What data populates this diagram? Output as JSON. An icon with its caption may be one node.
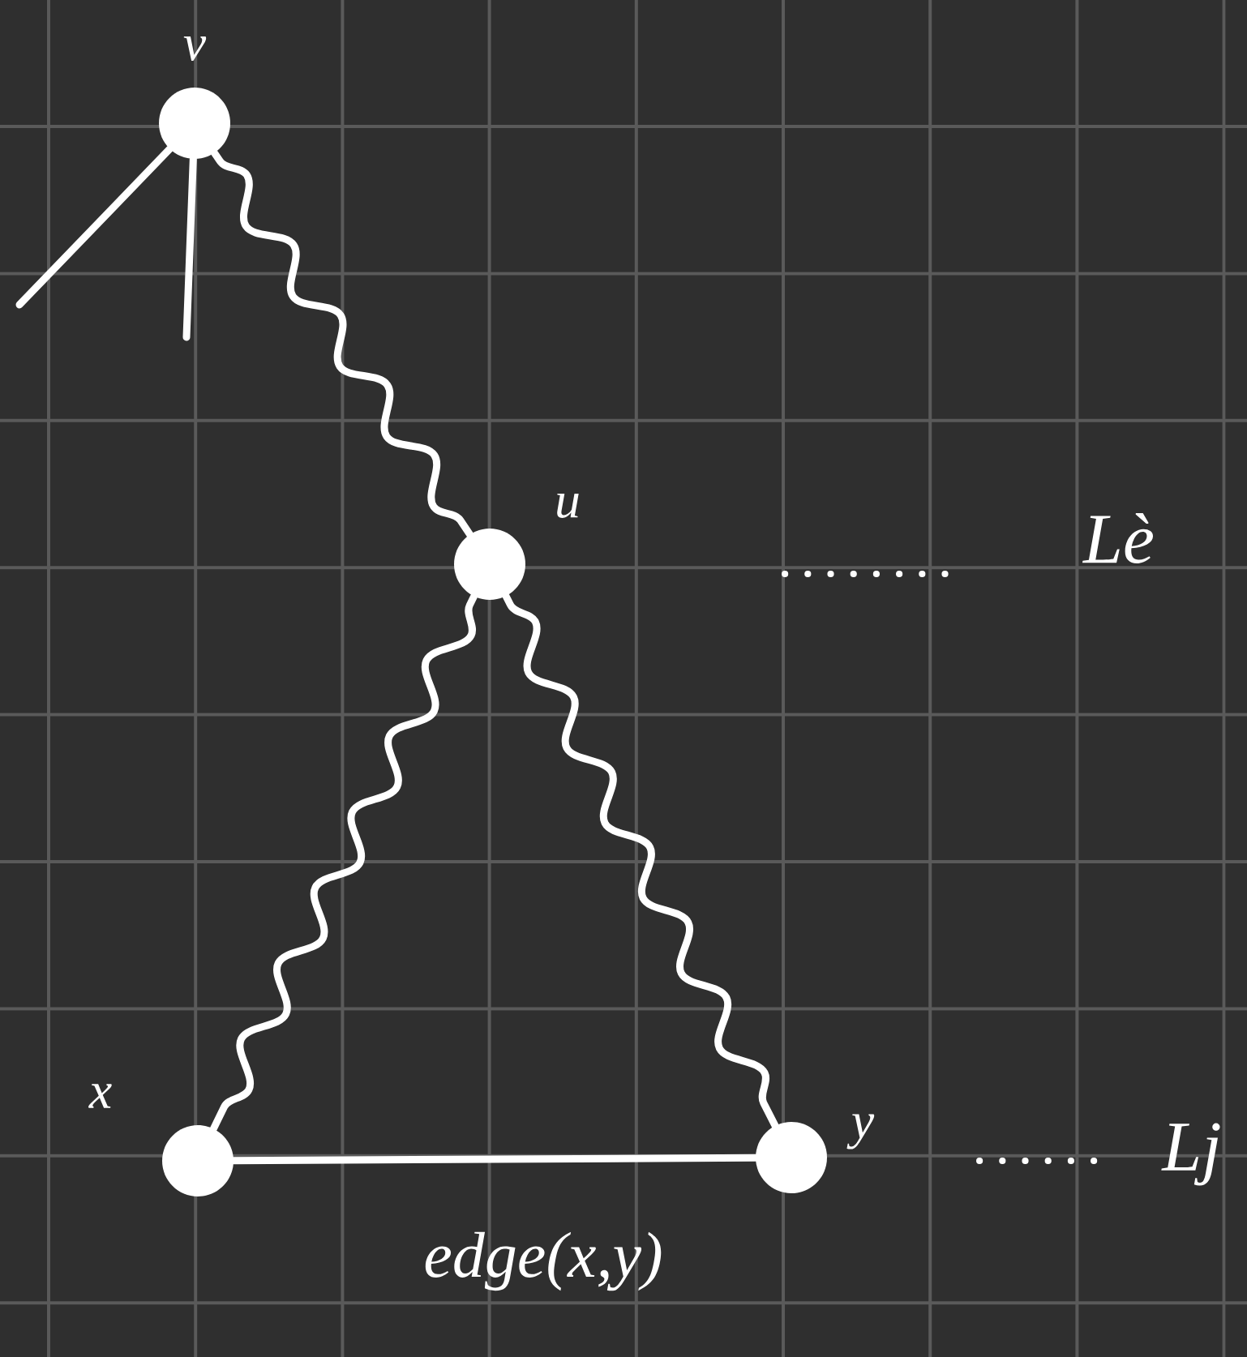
{
  "diagram": {
    "nodes": [
      {
        "text": [],
        "shape": "circle",
        "beside": [
          "v"
        ]
      },
      {
        "text": [],
        "shape": "circle",
        "beside": [
          "u"
        ]
      },
      {
        "text": [],
        "shape": "circle",
        "beside": [
          "x"
        ]
      },
      {
        "text": [],
        "shape": "circle",
        "beside": [
          "y"
        ]
      }
    ],
    "edges": [
      {
        "from": 0,
        "to": 1,
        "arrow": "none"
      },
      {
        "from": 1,
        "to": 2,
        "arrow": "none"
      },
      {
        "from": 1,
        "to": 3,
        "arrow": "none"
      },
      {
        "from": 2,
        "to": 3,
        "arrow": "none",
        "label": "edge(x,y)"
      },
      {
        "from": 0,
        "to": null,
        "arrow": "none"
      },
      {
        "from": 0,
        "to": null,
        "arrow": "none"
      }
    ],
    "labels": [
      "Lè",
      "Lj"
    ]
  }
}
